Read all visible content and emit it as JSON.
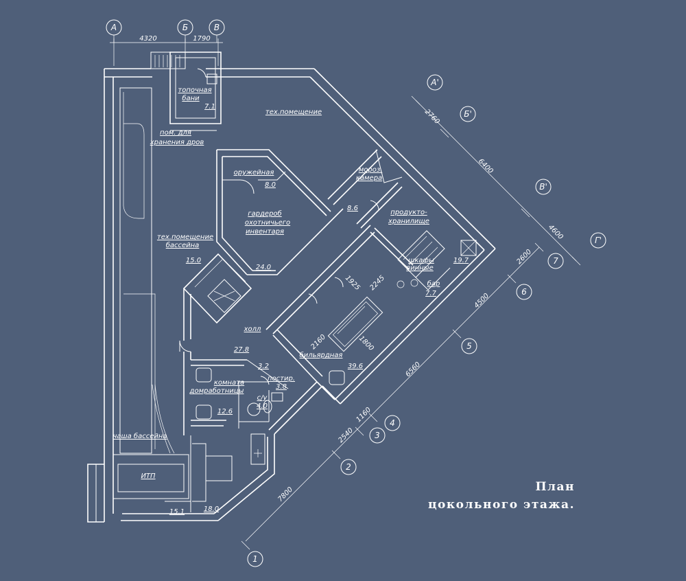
{
  "title": {
    "line1": "План",
    "line2": "цокольного  этажа."
  },
  "rooms": {
    "sauna": {
      "name_line1": "топочная",
      "name_line2": "бани",
      "area": "7.1"
    },
    "tech_room": {
      "name": "тех.помещение"
    },
    "firewood": {
      "name_line1": "пом. для",
      "name_line2": "хранения дров"
    },
    "gun_room": {
      "name": "оружейная",
      "area": "8.0"
    },
    "wardrobe": {
      "name_line1": "гардероб",
      "name_line2": "охотничьего",
      "name_line3": "инвентаря",
      "area": "24.0"
    },
    "freezer": {
      "name_line1": "мороз.",
      "name_line2": "камера",
      "area": "8.6"
    },
    "pantry": {
      "name_line1": "продукто-",
      "name_line2": "хранилище",
      "area": "19.7"
    },
    "wine": {
      "name_line1": "шкафы",
      "name_line2": "винные"
    },
    "bar": {
      "name": "бар",
      "area": "7.7"
    },
    "pool_tech": {
      "name_line1": "тех.помещение",
      "name_line2": "бассейна",
      "area": "15.0"
    },
    "hall": {
      "name": "холл",
      "area": "27.8"
    },
    "billiard": {
      "name": "бильярдная",
      "area": "39.6"
    },
    "maid": {
      "name_line1": "комната",
      "name_line2": "домработницы",
      "area": "12.6"
    },
    "laundry": {
      "name": "постир.",
      "area": "3.8"
    },
    "vestibule": {
      "area": "3.2"
    },
    "wc": {
      "name": "с/у",
      "area": "4.0"
    },
    "pool_bowl": {
      "name": "чаша бассейна"
    },
    "itp": {
      "name": "ИТП",
      "area": "15.1"
    },
    "boiler": {
      "area": "18.0"
    }
  },
  "axes": {
    "top": [
      "А",
      "Б",
      "В"
    ],
    "diagonal_top": [
      "А'",
      "Б'",
      "В'",
      "Г'"
    ],
    "right": [
      "7",
      "6",
      "5",
      "4",
      "3",
      "2",
      "1"
    ]
  },
  "dimensions": {
    "top": [
      "4320",
      "1790"
    ],
    "diagonal_top": [
      "2760",
      "6400",
      "4600"
    ],
    "right": [
      "2600",
      "4500",
      "6560",
      "1160",
      "2540",
      "7800"
    ],
    "billiard_table": [
      "1925",
      "2245",
      "2160",
      "1800"
    ]
  }
}
